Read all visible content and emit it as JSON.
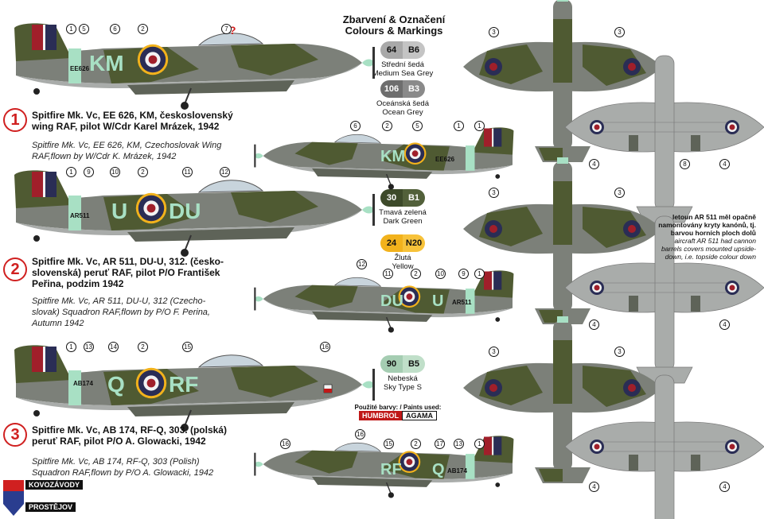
{
  "header": {
    "line1": "Zbarvení & Označení",
    "line2": "Colours & Markings"
  },
  "colours": [
    {
      "num": "64",
      "code": "B6",
      "cz": "Střední šedá",
      "en": "Medium Sea Grey",
      "c1": "#a9a9a9",
      "c2": "#c4c4c4"
    },
    {
      "num": "106",
      "code": "B3",
      "cz": "Oceánská šedá",
      "en": "Ocean Grey",
      "c1": "#6e6e6e",
      "c2": "#8a8a8a"
    },
    {
      "num": "30",
      "code": "B1",
      "cz": "Tmavá zelená",
      "en": "Dark Green",
      "c1": "#3d4a2a",
      "c2": "#52603a"
    },
    {
      "num": "24",
      "code": "N20",
      "cz": "Žlutá",
      "en": "Yellow",
      "c1": "#f2b21c",
      "c2": "#f7c23a"
    },
    {
      "num": "90",
      "code": "B5",
      "cz": "Nebeská",
      "en": "Sky Type S",
      "c1": "#a5cdb2",
      "c2": "#c0dfc9"
    }
  ],
  "paints": {
    "label": "Použité barvy: / Paints used:",
    "brand1": "HUMBROL",
    "brand2": "AGAMA"
  },
  "markings": [
    {
      "num": "1",
      "cz1": "Spitfire Mk. Vc, EE 626, KM, československý",
      "cz2": "wing RAF, pilot W/Cdr Karel Mrázek, 1942",
      "en1": "Spitfire Mk. Vc, EE 626, KM, Czechoslovak Wing",
      "en2": "RAF,flown by W/Cdr K. Mrázek, 1942",
      "code": "KM",
      "serial": "EE626",
      "q": "?"
    },
    {
      "num": "2",
      "cz1": "Spitfire Mk. Vc, AR 511, DU-U, 312. (česko-",
      "cz2": "slovenská) peruť RAF, pilot P/O František",
      "cz3": "Peřina, podzim 1942",
      "en1": "Spitfire Mk. Vc, AR 511, DU-U, 312 (Czecho-",
      "en2": "slovak) Squadron RAF,flown by P/O F. Perina,",
      "en3": "Autumn 1942",
      "code_a": "U",
      "code_b": "DU",
      "serial": "AR511"
    },
    {
      "num": "3",
      "cz1": "Spitfire Mk. Vc, AB 174, RF-Q, 303. (polská)",
      "cz2": "peruť RAF, pilot P/O A. Glowacki, 1942",
      "en1": "Spitfire Mk. Vc, AB 174, RF-Q, 303 (Polish)",
      "en2": "Squadron RAF,flown by P/O A. Glowacki, 1942",
      "code_a": "Q",
      "code_b": "RF",
      "serial": "AB174"
    }
  ],
  "note": {
    "cz": "letoun AR 511 měl opačně namontovány kryty kanónů, tj. barvou horních ploch dolů",
    "en": "aircraft AR 511 had cannon barrels covers mounted upside-down, i.e. topside colour down"
  },
  "callouts": {
    "a": [
      "1",
      "5",
      "6",
      "2",
      "7"
    ],
    "a2": [
      "6",
      "2",
      "5",
      "1",
      "1"
    ],
    "b": [
      "1",
      "9",
      "10",
      "2",
      "11",
      "12"
    ],
    "b2": [
      "12",
      "11",
      "2",
      "10",
      "9",
      "1"
    ],
    "c": [
      "1",
      "13",
      "14",
      "2",
      "15",
      "16"
    ],
    "c2": [
      "16",
      "16",
      "15",
      "2",
      "17",
      "13",
      "1"
    ],
    "top": [
      "3",
      "3"
    ],
    "bot": [
      "4",
      "4",
      "8"
    ]
  },
  "logo": {
    "top": "KOVOZÁVODY",
    "bottom": "PROSTĚJOV"
  },
  "colors": {
    "accent_red": "#d02020",
    "camo_green": "#4f5a32",
    "camo_grey": "#7c8079",
    "underside": "#a9acaa",
    "sky_band": "#a8e0c4"
  }
}
